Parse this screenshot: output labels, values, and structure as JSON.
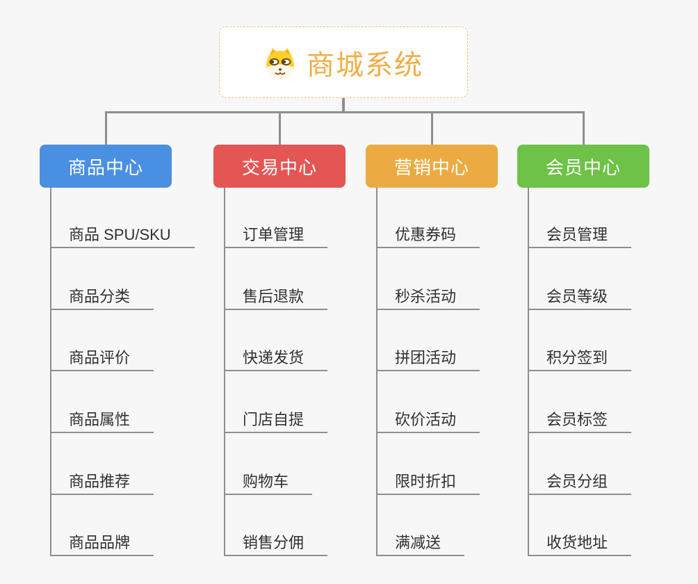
{
  "page": {
    "background": "#f7f7f7",
    "connector_color": "#8e8e8e",
    "item_text_color": "#303030"
  },
  "root": {
    "title": "商城系统",
    "title_color": "#f0ae48",
    "border_color": "#f2c479",
    "icon": "dog-face-icon"
  },
  "branches": [
    {
      "label": "商品中心",
      "color": "#4a90e2",
      "items": [
        "商品 SPU/SKU",
        "商品分类",
        "商品评价",
        "商品属性",
        "商品推荐",
        "商品品牌"
      ]
    },
    {
      "label": "交易中心",
      "color": "#e45653",
      "items": [
        "订单管理",
        "售后退款",
        "快递发货",
        "门店自提",
        "购物车",
        "销售分佣"
      ]
    },
    {
      "label": "营销中心",
      "color": "#ebab42",
      "items": [
        "优惠券码",
        "秒杀活动",
        "拼团活动",
        "砍价活动",
        "限时折扣",
        "满减送"
      ]
    },
    {
      "label": "会员中心",
      "color": "#6dc247",
      "items": [
        "会员管理",
        "会员等级",
        "积分签到",
        "会员标签",
        "会员分组",
        "收货地址"
      ]
    }
  ]
}
